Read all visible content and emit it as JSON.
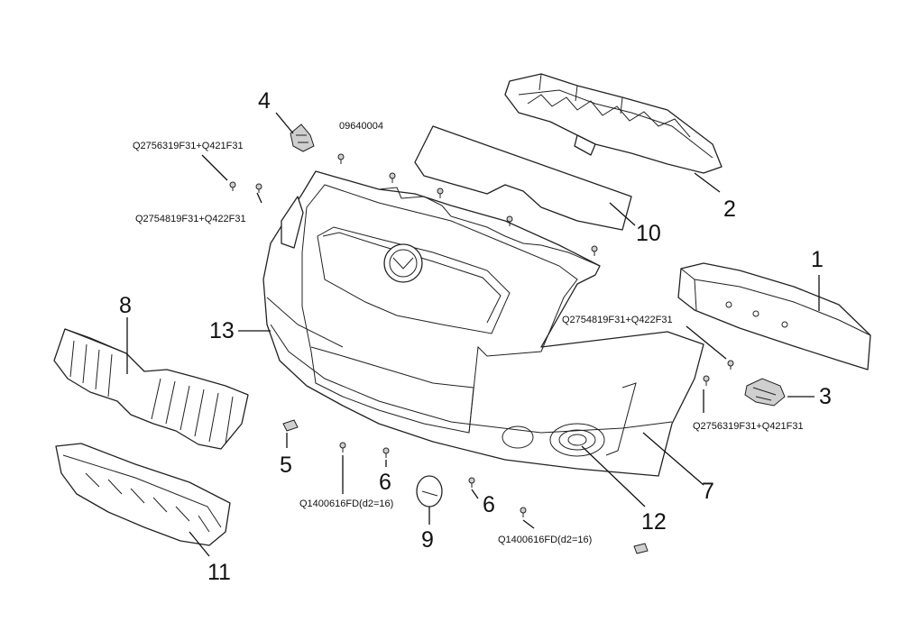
{
  "callouts": {
    "n1": "1",
    "n2": "2",
    "n3": "3",
    "n4": "4",
    "n5": "5",
    "n6a": "6",
    "n6b": "6",
    "n7": "7",
    "n8": "8",
    "n9": "9",
    "n10": "10",
    "n11": "11",
    "n12": "12",
    "n13": "13"
  },
  "codes": {
    "c_09640004": "09640004",
    "c_top_screw": "Q2756319F31+Q421F31",
    "c_top_clip": "Q2754819F31+Q422F31",
    "c_right_clip": "Q2754819F31+Q422F31",
    "c_right_screw": "Q2756319F31+Q421F31",
    "c_bolt_left": "Q1400616FD(d2=16)",
    "c_bolt_right": "Q1400616FD(d2=16)"
  }
}
